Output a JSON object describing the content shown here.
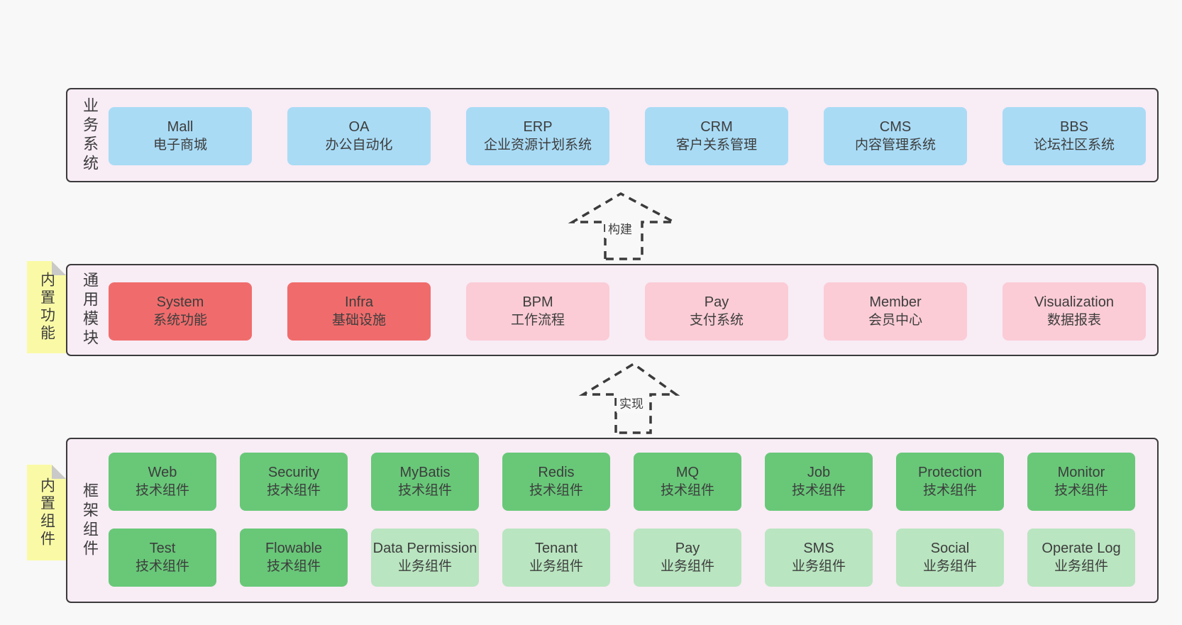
{
  "diagram": {
    "background": "#f8f8f8",
    "colors": {
      "section_bg": "#f8ecf5",
      "section_border": "#3b3b3b",
      "blue": "#a9dbf5",
      "red": "#f06c6c",
      "pink": "#fbccd6",
      "green": "#68c878",
      "light_green": "#b9e5c0",
      "note_yellow": "#fafaa6",
      "fold_gray": "#c9c9c9",
      "text": "#3d3d3d"
    },
    "arrows": [
      {
        "label": "构建"
      },
      {
        "label": "实现"
      }
    ],
    "sections": [
      {
        "label": "业务系统",
        "boxes": [
          {
            "title": "Mall",
            "subtitle": "电子商城"
          },
          {
            "title": "OA",
            "subtitle": "办公自动化"
          },
          {
            "title": "ERP",
            "subtitle": "企业资源计划系统"
          },
          {
            "title": "CRM",
            "subtitle": "客户关系管理"
          },
          {
            "title": "CMS",
            "subtitle": "内容管理系统"
          },
          {
            "title": "BBS",
            "subtitle": "论坛社区系统"
          }
        ]
      },
      {
        "label": "通用模块",
        "note": "内置功能",
        "boxes": [
          {
            "title": "System",
            "subtitle": "系统功能"
          },
          {
            "title": "Infra",
            "subtitle": "基础设施"
          },
          {
            "title": "BPM",
            "subtitle": "工作流程"
          },
          {
            "title": "Pay",
            "subtitle": "支付系统"
          },
          {
            "title": "Member",
            "subtitle": "会员中心"
          },
          {
            "title": "Visualization",
            "subtitle": "数据报表"
          }
        ]
      },
      {
        "label": "框架组件",
        "note": "内置组件",
        "rows": [
          [
            {
              "title": "Web",
              "subtitle": "技术组件"
            },
            {
              "title": "Security",
              "subtitle": "技术组件"
            },
            {
              "title": "MyBatis",
              "subtitle": "技术组件"
            },
            {
              "title": "Redis",
              "subtitle": "技术组件"
            },
            {
              "title": "MQ",
              "subtitle": "技术组件"
            },
            {
              "title": "Job",
              "subtitle": "技术组件"
            },
            {
              "title": "Protection",
              "subtitle": "技术组件"
            },
            {
              "title": "Monitor",
              "subtitle": "技术组件"
            }
          ],
          [
            {
              "title": "Test",
              "subtitle": "技术组件"
            },
            {
              "title": "Flowable",
              "subtitle": "技术组件"
            },
            {
              "title": "Data Permission",
              "subtitle": "业务组件"
            },
            {
              "title": "Tenant",
              "subtitle": "业务组件"
            },
            {
              "title": "Pay",
              "subtitle": "业务组件"
            },
            {
              "title": "SMS",
              "subtitle": "业务组件"
            },
            {
              "title": "Social",
              "subtitle": "业务组件"
            },
            {
              "title": "Operate Log",
              "subtitle": "业务组件"
            }
          ]
        ]
      }
    ]
  }
}
